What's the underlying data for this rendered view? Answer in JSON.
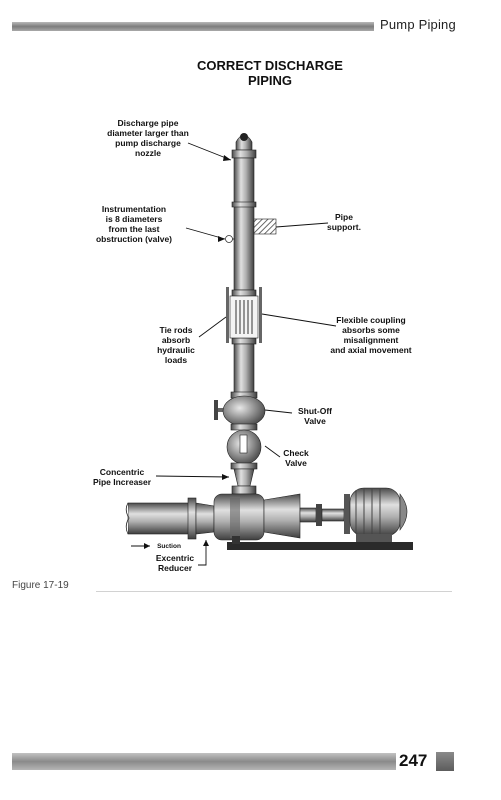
{
  "header": {
    "title": "Pump Piping"
  },
  "figure": {
    "title_line1": "CORRECT DISCHARGE",
    "title_line2": "PIPING",
    "caption": "Figure 17-19",
    "labels": {
      "discharge_pipe": "Discharge pipe\ndiameter larger than\npump discharge\nnozzle",
      "instrumentation": "Instrumentation\nis 8 diameters\nfrom the last\nobstruction (valve)",
      "pipe_support": "Pipe\nsupport.",
      "tie_rods": "Tie rods\nabsorb\nhydraulic\nloads",
      "flexible_coupling": "Flexible coupling\nabsorbs some\nmisalignment\nand axial movement",
      "shut_off_valve": "Shut-Off\nValve",
      "check_valve": "Check\nValve",
      "concentric_increaser": "Concentric\nPipe Increaser",
      "suction": "Suction",
      "eccentric_reducer": "Excentric\nReducer"
    }
  },
  "footer": {
    "page_number": "247"
  },
  "colors": {
    "header_bar": "#8a8a8a",
    "pipe": "#9a9a9a",
    "hatch": "#555555"
  }
}
